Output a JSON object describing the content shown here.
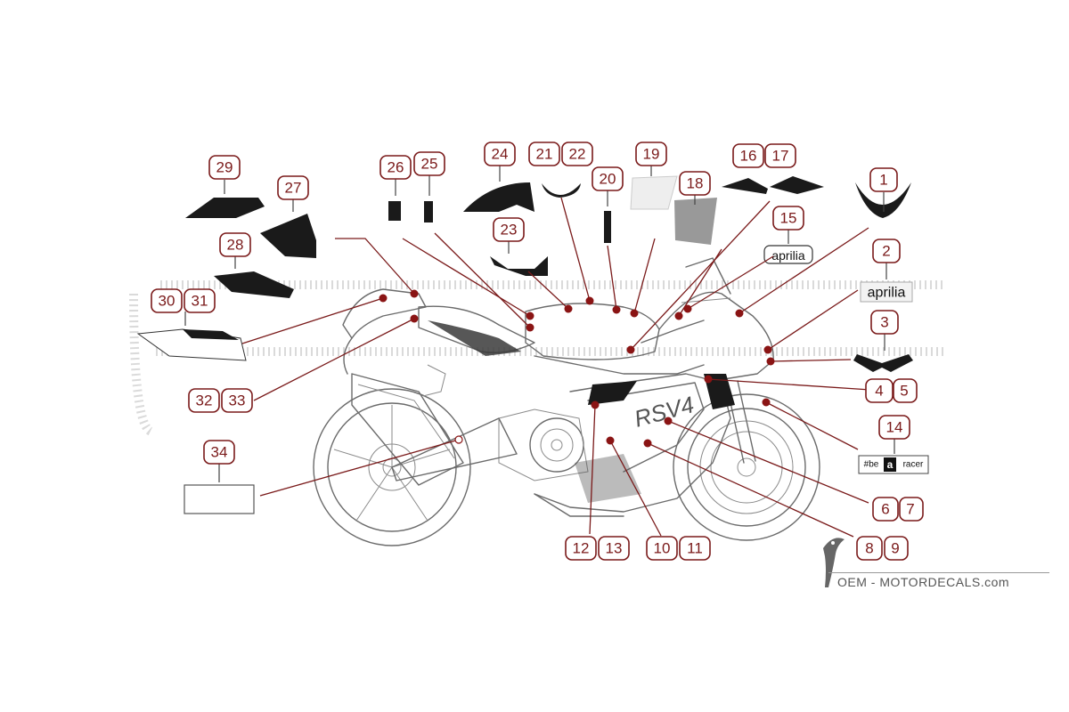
{
  "callouts": [
    {
      "id": "c1",
      "label": "1"
    },
    {
      "id": "c2",
      "label": "2"
    },
    {
      "id": "c3",
      "label": "3"
    },
    {
      "id": "c4",
      "label": "4"
    },
    {
      "id": "c5",
      "label": "5"
    },
    {
      "id": "c6",
      "label": "6"
    },
    {
      "id": "c7",
      "label": "7"
    },
    {
      "id": "c8",
      "label": "8"
    },
    {
      "id": "c9",
      "label": "9"
    },
    {
      "id": "c10",
      "label": "10"
    },
    {
      "id": "c11",
      "label": "11"
    },
    {
      "id": "c12",
      "label": "12"
    },
    {
      "id": "c13",
      "label": "13"
    },
    {
      "id": "c14",
      "label": "14"
    },
    {
      "id": "c15",
      "label": "15"
    },
    {
      "id": "c16",
      "label": "16"
    },
    {
      "id": "c17",
      "label": "17"
    },
    {
      "id": "c18",
      "label": "18"
    },
    {
      "id": "c19",
      "label": "19"
    },
    {
      "id": "c20",
      "label": "20"
    },
    {
      "id": "c21",
      "label": "21"
    },
    {
      "id": "c22",
      "label": "22"
    },
    {
      "id": "c23",
      "label": "23"
    },
    {
      "id": "c24",
      "label": "24"
    },
    {
      "id": "c25",
      "label": "25"
    },
    {
      "id": "c26",
      "label": "26"
    },
    {
      "id": "c27",
      "label": "27"
    },
    {
      "id": "c28",
      "label": "28"
    },
    {
      "id": "c29",
      "label": "29"
    },
    {
      "id": "c30",
      "label": "30"
    },
    {
      "id": "c31",
      "label": "31"
    },
    {
      "id": "c32",
      "label": "32"
    },
    {
      "id": "c33",
      "label": "33"
    },
    {
      "id": "c34",
      "label": "34"
    }
  ],
  "decal_text": {
    "aprilia_small": "aprilia",
    "aprilia_large": "aprilia",
    "bea_prefix": "#be",
    "bea_a": "a",
    "bea_suffix": "racer",
    "fairing_text": "RSV4"
  },
  "watermark": {
    "brand": "OEM - MOTORDECALS.com"
  },
  "colors": {
    "callout": "#7a1a1a",
    "dot": "#8a1414",
    "decal": "#1a1a1a",
    "line_art": "#6b6b6b"
  }
}
